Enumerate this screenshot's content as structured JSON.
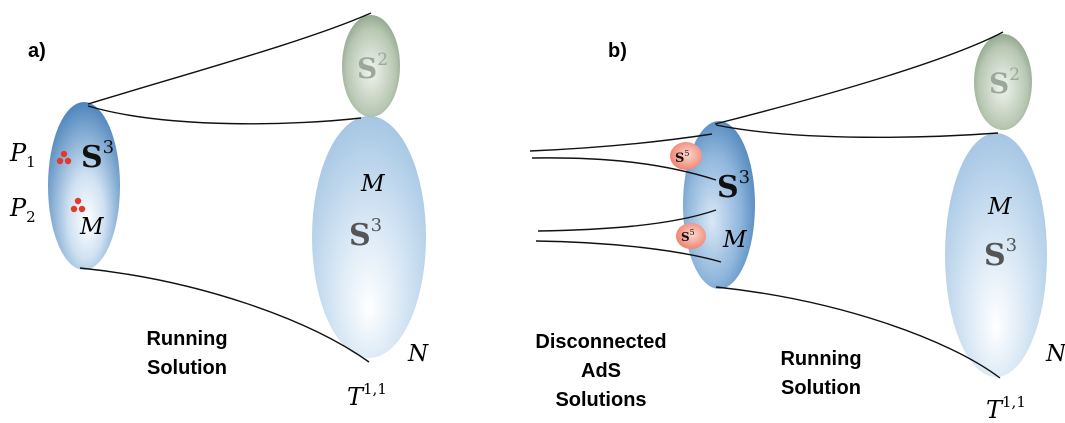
{
  "panel_a": {
    "label": "a)",
    "left_sphere": "S",
    "left_sphere_exp": "3",
    "left_manifold": "M",
    "p1_base": "P",
    "p1_sub": "1",
    "p2_base": "P",
    "p2_sub": "2",
    "top_sphere": "S",
    "top_sphere_exp": "2",
    "right_manifold": "M",
    "right_sphere": "S",
    "right_sphere_exp": "3",
    "n_label": "N",
    "t_base": "T",
    "t_exp": "1,1",
    "caption_line1": "Running",
    "caption_line2": "Solution"
  },
  "panel_b": {
    "label": "b)",
    "s5_top": "S",
    "s5_top_exp": "5",
    "s5_bottom": "S",
    "s5_bottom_exp": "5",
    "left_sphere": "S",
    "left_sphere_exp": "3",
    "left_manifold": "M",
    "top_sphere": "S",
    "top_sphere_exp": "2",
    "right_manifold": "M",
    "right_sphere": "S",
    "right_sphere_exp": "3",
    "n_label": "N",
    "t_base": "T",
    "t_exp": "1,1",
    "disc_line1": "Disconnected",
    "disc_line2": "AdS",
    "disc_line3": "Solutions",
    "caption_line1": "Running",
    "caption_line2": "Solution"
  },
  "colors": {
    "blue_dark": "#3a78b5",
    "blue_light": "#dce9f5",
    "green_dark": "#6f8b6f",
    "green_light": "#e6eee4",
    "red_dot": "#e03a2a",
    "s5_pink": "#f08a7a",
    "line": "#111111"
  }
}
